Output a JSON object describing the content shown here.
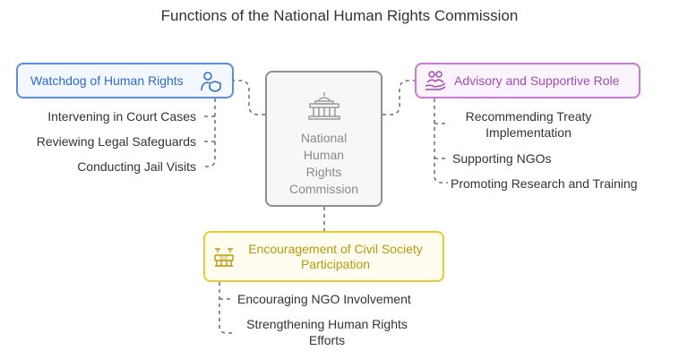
{
  "title": "Functions of the National Human Rights Commission",
  "center": {
    "lines": [
      "National",
      "Human",
      "Rights",
      "Commission"
    ],
    "icon": "building-columns-icon"
  },
  "branches": {
    "watchdog": {
      "label": "Watchdog of Human Rights",
      "icon": "user-shield-icon",
      "color": "#5b8fd9",
      "items": [
        "Intervening in Court Cases",
        "Reviewing Legal Safeguards",
        "Conducting Jail Visits"
      ]
    },
    "advisory": {
      "label": "Advisory and Supportive Role",
      "icon": "hands-people-icon",
      "color": "#c77ad6",
      "items": [
        [
          "Recommending Treaty",
          "Implementation"
        ],
        [
          "Supporting NGOs"
        ],
        [
          "Promoting Research and Training"
        ]
      ]
    },
    "civil": {
      "label_lines": [
        "Encouragement of Civil Society",
        "Participation"
      ],
      "icon": "people-group-icon",
      "color": "#e6cb32",
      "items": [
        [
          "Encouraging NGO Involvement"
        ],
        [
          "Strengthening Human Rights",
          "Efforts"
        ]
      ]
    }
  }
}
